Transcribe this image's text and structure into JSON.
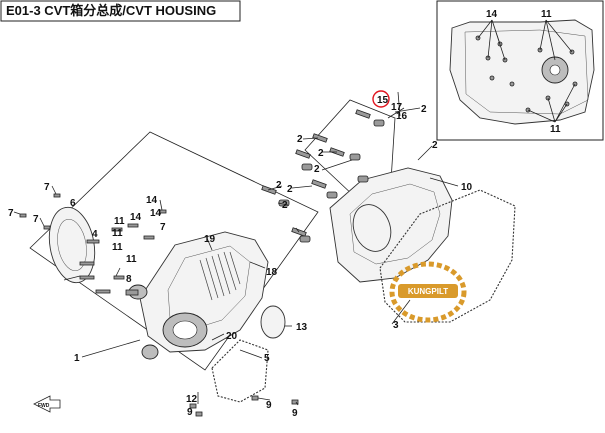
{
  "header": {
    "title": "E01-3  CVT箱分总成/CVT HOUSING"
  },
  "colors": {
    "line": "#222222",
    "highlight_circle": "#e0141e",
    "watermark": "#d99a2b"
  },
  "watermark": {
    "text": "KUNGPILT"
  },
  "fwd_label": "FWD",
  "callouts": {
    "c1": "1",
    "c2a": "2",
    "c2b": "2",
    "c2c": "2",
    "c2d": "2",
    "c2e": "2",
    "c2f": "2",
    "c2g": "2",
    "c3": "3",
    "c4": "4",
    "c5": "5",
    "c6": "6",
    "c7a": "7",
    "c7b": "7",
    "c7c": "7",
    "c7d": "7",
    "c8": "8",
    "c9a": "9",
    "c9b": "9",
    "c9c": "9",
    "c10": "10",
    "c11a": "11",
    "c11b": "11",
    "c11c": "11",
    "c11d": "11",
    "c12": "12",
    "c13": "13",
    "c14a": "14",
    "c14b": "14",
    "c14c": "14",
    "c15": "15",
    "c16": "16",
    "c17": "17",
    "c18": "18",
    "c19": "19",
    "c20": "20",
    "i11a": "11",
    "i11b": "11",
    "i14": "14"
  }
}
